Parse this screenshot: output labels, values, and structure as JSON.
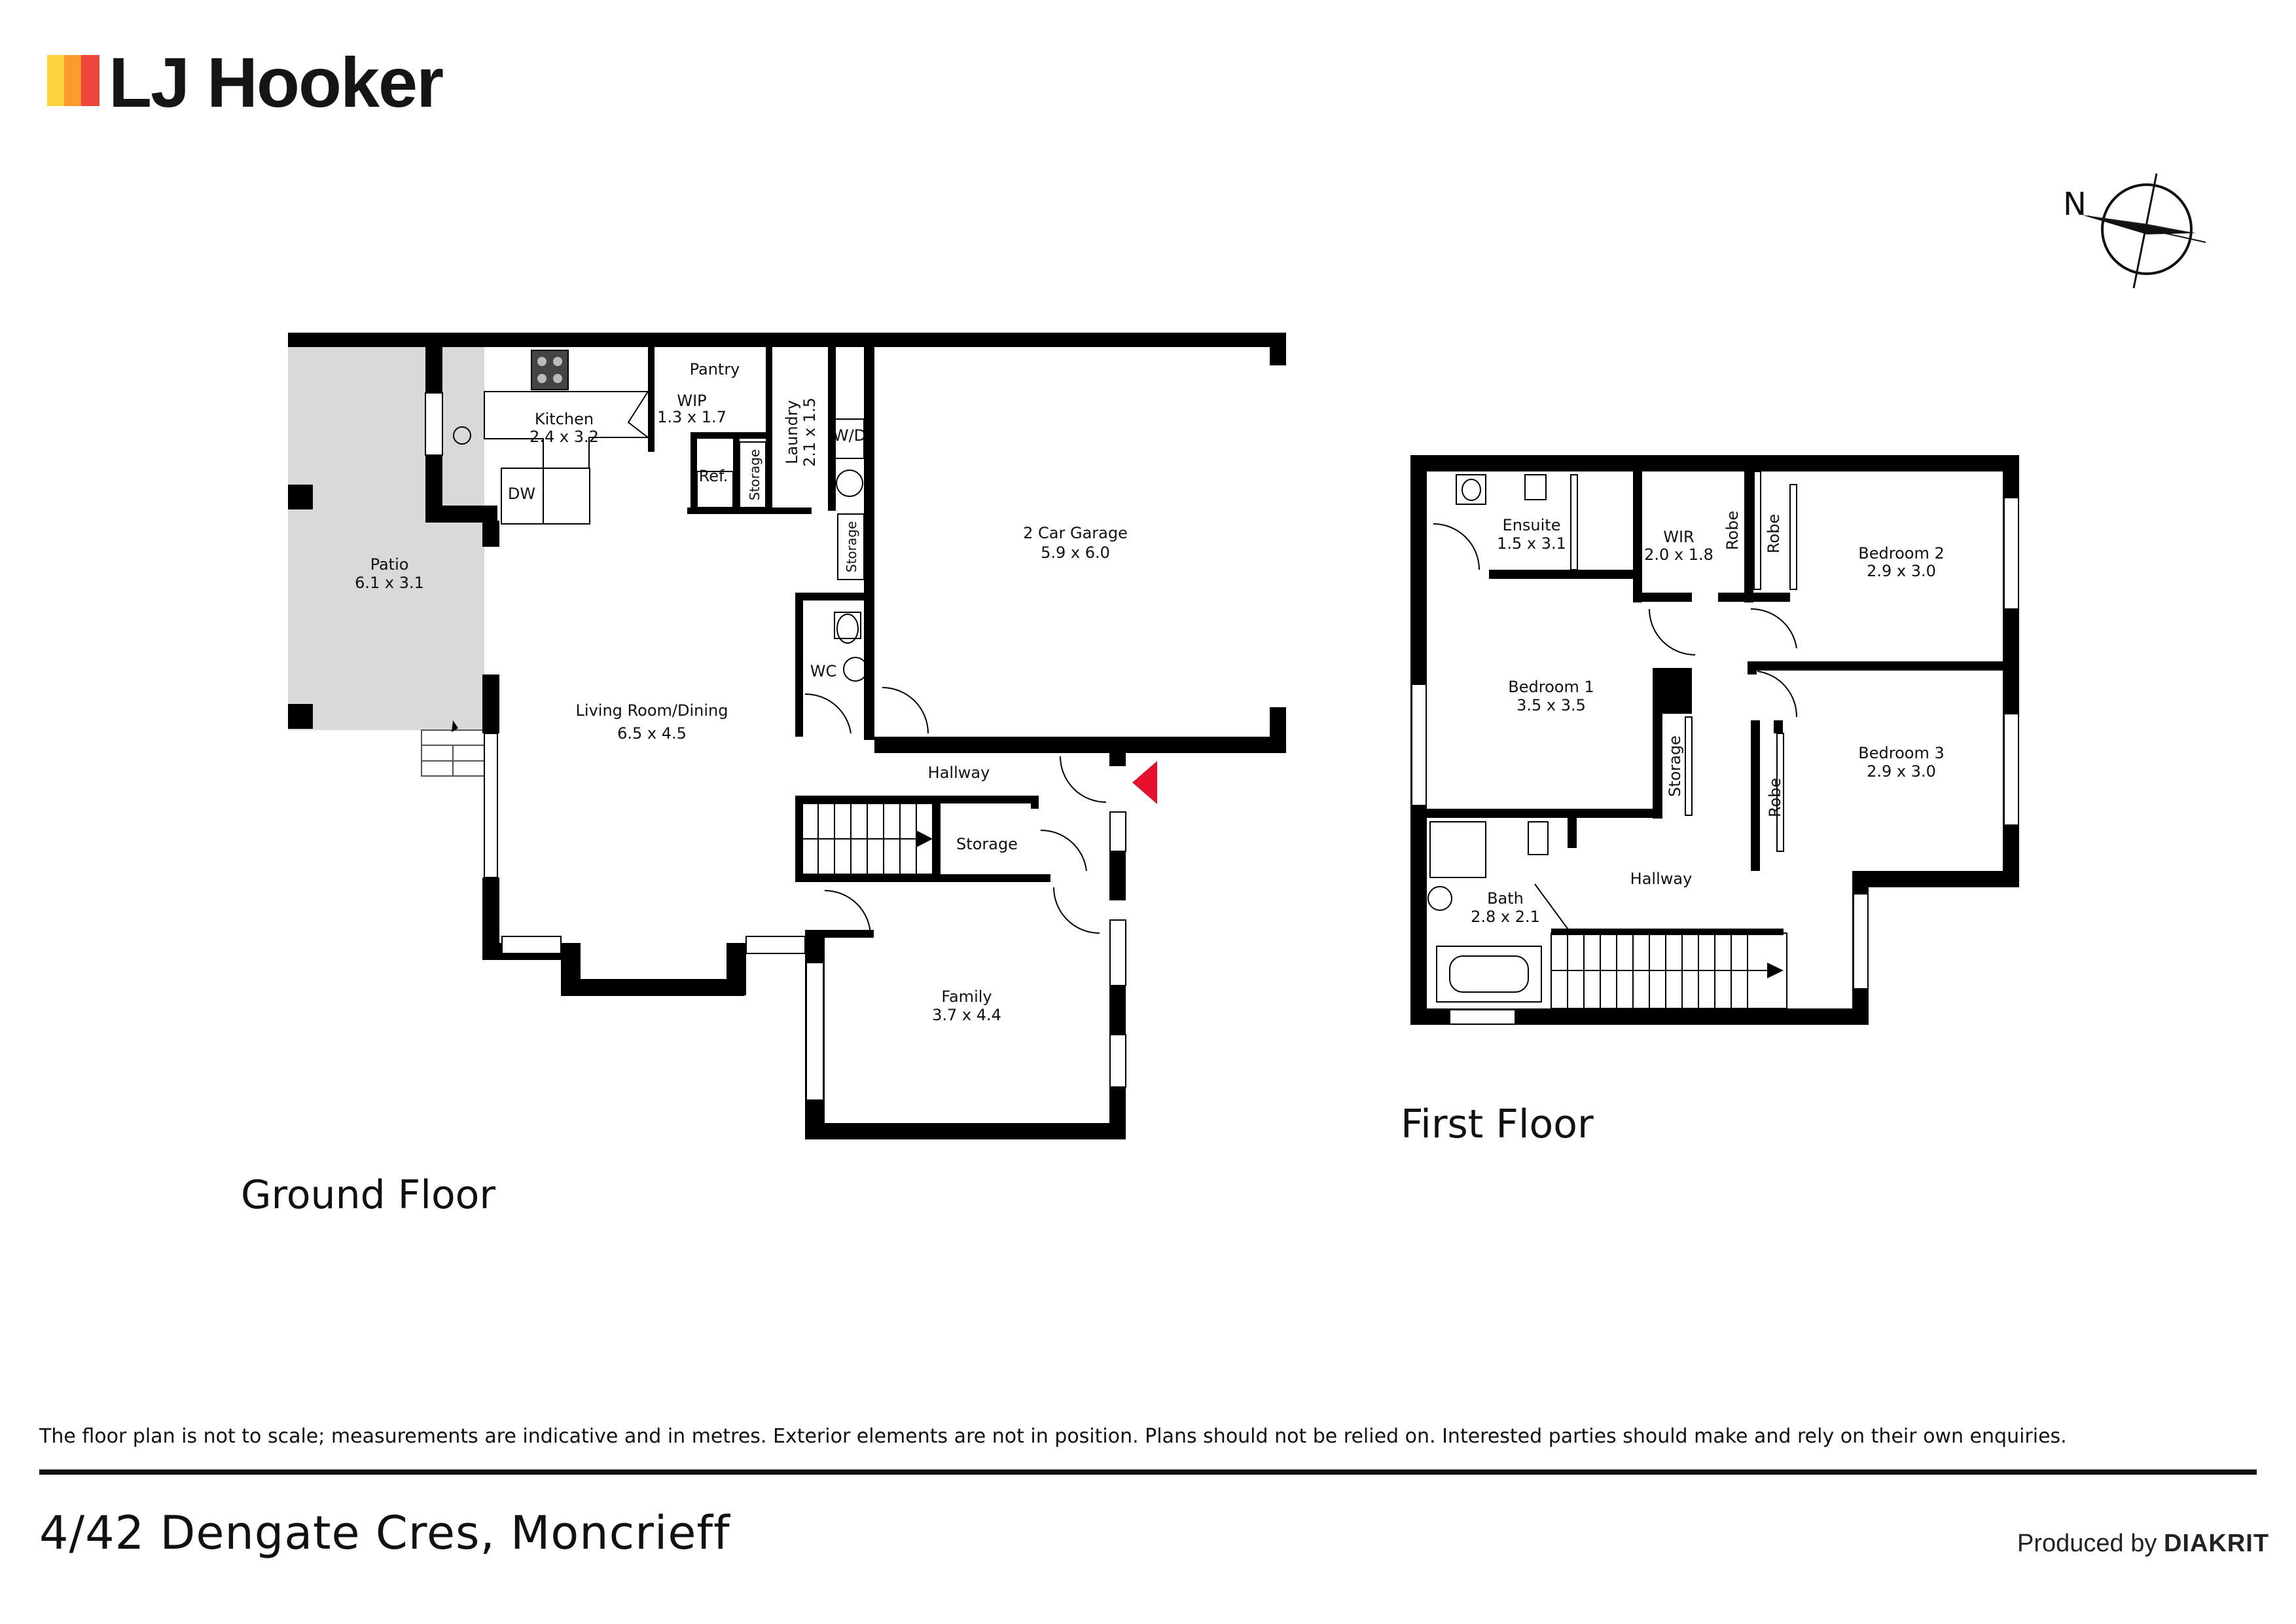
{
  "brand": {
    "name": "LJ Hooker",
    "bar_colors": [
      "#ffd23f",
      "#ff9a2e",
      "#f0453c"
    ]
  },
  "compass": {
    "label": "N"
  },
  "ground_floor": {
    "title": "Ground Floor",
    "rooms": {
      "patio": {
        "name": "Patio",
        "size": "6.1 x 3.1"
      },
      "kitchen": {
        "name": "Kitchen",
        "size": "2.4 x 3.2"
      },
      "pantry": {
        "name": "Pantry"
      },
      "wip": {
        "name": "WIP",
        "size": "1.3 x 1.7"
      },
      "laundry": {
        "name": "Laundry",
        "size": "2.1 x 1.5"
      },
      "wd": "W/D",
      "ref": "Ref.",
      "dw": "DW",
      "storage_small": "Storage",
      "storage_laundry": "Storage",
      "garage": {
        "name": "2 Car Garage",
        "size": "5.9 x 6.0"
      },
      "wc": "WC",
      "living": {
        "name": "Living Room/Dining",
        "size": "6.5 x 4.5"
      },
      "hallway": "Hallway",
      "storage_stairs": "Storage",
      "family": {
        "name": "Family",
        "size": "3.7 x 4.4"
      }
    }
  },
  "first_floor": {
    "title": "First Floor",
    "rooms": {
      "ensuite": {
        "name": "Ensuite",
        "size": "1.5 x 3.1"
      },
      "wir": {
        "name": "WIR",
        "size": "2.0 x 1.8"
      },
      "robe_a": "Robe",
      "robe_b": "Robe",
      "robe_c": "Robe",
      "bedroom2": {
        "name": "Bedroom 2",
        "size": "2.9 x 3.0"
      },
      "bedroom1": {
        "name": "Bedroom 1",
        "size": "3.5 x 3.5"
      },
      "storage": "Storage",
      "bedroom3": {
        "name": "Bedroom 3",
        "size": "2.9 x 3.0"
      },
      "bath": {
        "name": "Bath",
        "size": "2.8 x 2.1"
      },
      "hallway": "Hallway"
    }
  },
  "footer": {
    "disclaimer": "The floor plan is not to scale; measurements are indicative and in metres. Exterior elements are not in position. Plans should not be relied on. Interested parties should make and rely on their own enquiries.",
    "address": "4/42 Dengate Cres, Moncrieff",
    "produced_by": "Produced by",
    "producer": "DIAKRIT"
  },
  "colors": {
    "wall": "#000000",
    "patio": "#d9d9d9",
    "entry_marker": "#e8112d"
  }
}
